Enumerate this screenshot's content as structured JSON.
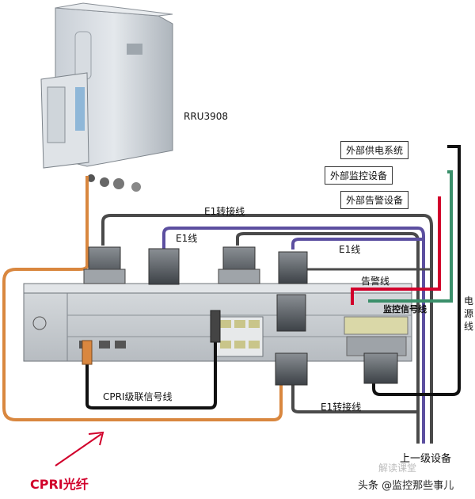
{
  "labels": {
    "rru": "RRU3908",
    "power_system": "外部供电系统",
    "monitor_device": "外部监控设备",
    "alarm_device": "外部告警设备",
    "e1_adapter_top": "E1转接线",
    "e1_line_left": "E1线",
    "e1_line_right": "E1线",
    "alarm_line": "告警线",
    "monitor_line": "监控信号线",
    "power_line": "电源线",
    "cpri_cascade": "CPRI级联信号线",
    "e1_adapter_bottom": "E1转接线",
    "upper_device": "上一级设备",
    "cpri_fiber": "CPRI光纤"
  },
  "footer": {
    "source": "头条 @监控那些事儿",
    "watermark": "解读课堂"
  },
  "colors": {
    "fiber": "#d9873f",
    "black_cable": "#111111",
    "gray_cable": "#4a4a4a",
    "purple_cable": "#5c4fa0",
    "green_cable": "#3a8f6a",
    "red_cable": "#d1002b",
    "arrow": "#d1002b"
  }
}
